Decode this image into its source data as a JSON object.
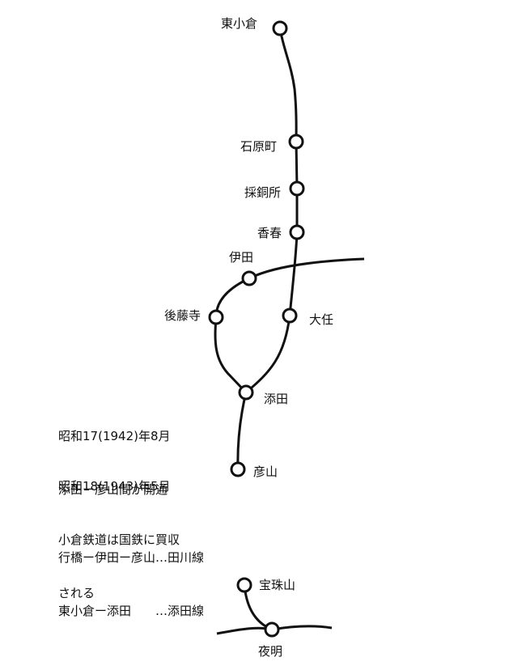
{
  "stations": {
    "higashi_kokura": "東小倉",
    "ishiharamachi": "石原町",
    "saidosho": "採銅所",
    "kawara": "香春",
    "ita": "伊田",
    "gotoji": "後藤寺",
    "oto": "大任",
    "soeda": "添田",
    "hikosan": "彦山",
    "hoshuyama": "宝珠山",
    "yoake": "夜明"
  },
  "notes": [
    {
      "lines": [
        "昭和17(1942)年8月",
        "添田ー彦山間が開通"
      ]
    },
    {
      "lines": [
        "昭和18(1943)年5月",
        "小倉鉄道は国鉄に買収",
        "される"
      ]
    },
    {
      "lines": [
        "行橋ー伊田ー彦山…田川線",
        "東小倉ー添田　　…添田線"
      ]
    }
  ],
  "colors": {
    "line": "#111111",
    "station_fill": "#ffffff",
    "text": "#111111"
  }
}
